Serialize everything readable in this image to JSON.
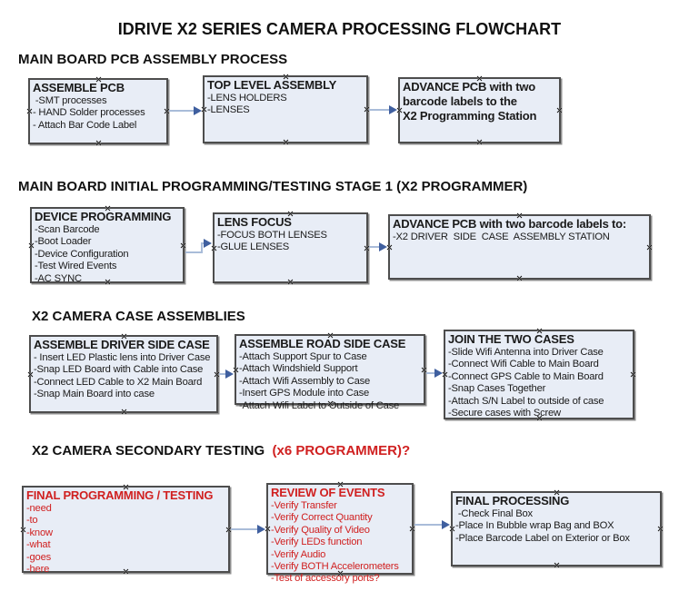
{
  "title": "IDRIVE X2  SERIES CAMERA PROCESSING FLOWCHART",
  "colors": {
    "box_fill": "#e8edf6",
    "box_border": "#4d4d4d",
    "arrow_line": "#a9bcd9",
    "arrow_head": "#3f5f9f",
    "red_text": "#d02020",
    "black_text": "#111111"
  },
  "sections": [
    {
      "header": "MAIN BOARD PCB ASSEMBLY PROCESS",
      "boxes": [
        {
          "title": "ASSEMBLE PCB",
          "items": [
            " -SMT processes",
            "- HAND Solder processes",
            "- Attach Bar Code Label"
          ]
        },
        {
          "title": "TOP LEVEL ASSEMBLY",
          "items": [
            "-LENS HOLDERS",
            "-LENSES"
          ]
        },
        {
          "title": "ADVANCE PCB with two\nbarcode labels to the\n X2 Programming Station",
          "items": []
        }
      ]
    },
    {
      "header": "MAIN BOARD INITIAL PROGRAMMING/TESTING STAGE 1 (X2 PROGRAMMER)",
      "boxes": [
        {
          "title": "DEVICE PROGRAMMING",
          "items": [
            "-Scan Barcode",
            "-Boot Loader",
            "-Device Configuration",
            "-Test Wired Events",
            "-AC SYNC"
          ]
        },
        {
          "title": "LENS FOCUS",
          "items": [
            "-FOCUS BOTH LENSES",
            "-GLUE LENSES"
          ]
        },
        {
          "title": "ADVANCE PCB with two barcode labels to:",
          "items": [
            "-X2 DRIVER  SIDE  CASE  ASSEMBLY STATION"
          ]
        }
      ]
    },
    {
      "header": "X2 CAMERA CASE ASSEMBLIES",
      "boxes": [
        {
          "title": "ASSEMBLE DRIVER SIDE CASE",
          "items": [
            "- Insert LED Plastic lens into Driver Case",
            "-Snap LED Board with Cable into Case",
            "-Connect LED Cable to X2 Main Board",
            "-Snap Main Board into case"
          ]
        },
        {
          "title": "ASSEMBLE ROAD SIDE CASE",
          "items": [
            "-Attach Support Spur to Case",
            "-Attach Windshield Support",
            "-Attach Wifi Assembly to Case",
            "-Insert GPS Module into Case",
            "-Attach Wifi Label to Outside of Case"
          ]
        },
        {
          "title": "JOIN THE TWO CASES",
          "items": [
            "-Slide Wifi Antenna into Driver Case",
            "-Connect Wifi Cable to Main Board",
            "-Connect GPS Cable to Main Board",
            "-Snap Cases Together",
            "-Attach S/N Label to outside of case",
            "-Secure cases with Screw"
          ]
        }
      ]
    },
    {
      "header": "X2 CAMERA SECONDARY TESTING  ",
      "header_red": "(x6 PROGRAMMER)?",
      "boxes": [
        {
          "title": "FINAL PROGRAMMING / TESTING",
          "items": [
            "-need",
            "-to",
            "-know",
            "-what",
            "-goes",
            "-here"
          ]
        },
        {
          "title": "REVIEW OF EVENTS",
          "items": [
            "-Verify Transfer",
            "-Verify Correct Quantity",
            "-Verify Quality of Video",
            "-Verify LEDs function",
            "-Verify Audio",
            "-Verify BOTH Accelerometers",
            "-Test of accessory ports?"
          ]
        },
        {
          "title": "FINAL PROCESSING",
          "items": [
            " -Check Final Box",
            "-Place In Bubble wrap Bag and BOX",
            "-Place Barcode Label on Exterior or Box"
          ]
        }
      ]
    }
  ]
}
